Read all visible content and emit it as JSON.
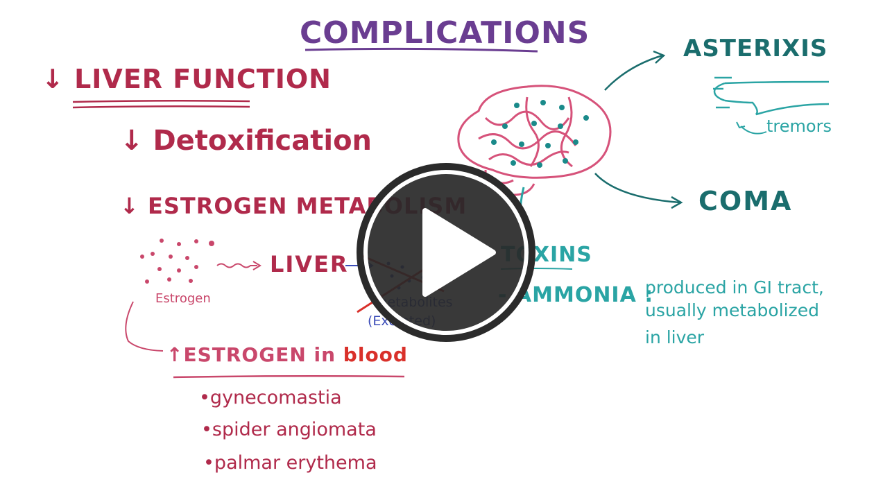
{
  "title": "COMPLICATIONS",
  "left": {
    "heading": "↓ LIVER FUNCTION",
    "detox": "↓ Detoxification",
    "estrogen_metab": "↓ ESTROGEN METABOLISM",
    "estrogen_label": "Estrogen",
    "liver_label": "LIVER",
    "metabolites_label": "metabolites",
    "excreted_label": "(Excreted)",
    "increase_prefix": "↑ESTROGEN in ",
    "increase_blood": "blood",
    "effects": [
      "•gynecomastia",
      "•spider angiomata",
      "•palmar erythema"
    ]
  },
  "right": {
    "asterixis": "ASTERIXIS",
    "tremors": "tremors",
    "coma": "COMA",
    "toxins": "TOXINS",
    "ammonia": "- AMMONIA :",
    "ammonia_note": [
      "produced in GI tract,",
      "usually metabolized",
      "in liver"
    ]
  },
  "colors": {
    "title": "#6a3d91",
    "left_text": "#b02a4b",
    "teal": "#1a6d6d",
    "light_teal": "#2aa4a4",
    "play_button": "#2b2b2b"
  },
  "play_button_icon": "play-icon"
}
